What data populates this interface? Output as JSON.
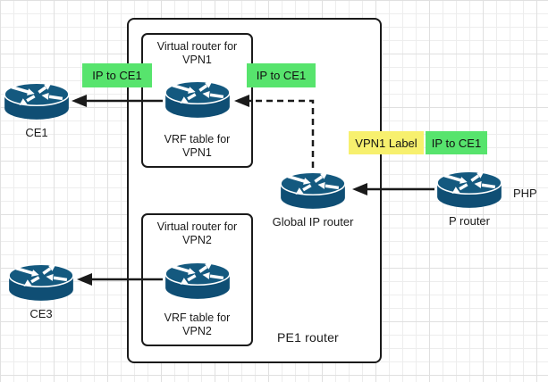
{
  "diagram": {
    "type": "network-topology",
    "pe1_box": {
      "label": "PE1 router"
    },
    "vpn1_box": {
      "title": "Virtual router for",
      "title_sub": "VPN1",
      "vrf": "VRF table for",
      "vrf_sub": "VPN1"
    },
    "vpn2_box": {
      "title": "Virtual router for",
      "title_sub": "VPN2",
      "vrf": "VRF table for",
      "vrf_sub": "VPN2"
    },
    "routers": {
      "ce1": "CE1",
      "ce3": "CE3",
      "global_ip": "Global IP router",
      "p": "P router",
      "php_tag": "PHP"
    },
    "flow_labels": [
      {
        "text": "IP to CE1",
        "type": "green"
      },
      {
        "text": "IP to CE1",
        "type": "green"
      },
      {
        "text": "VPN1 Label",
        "type": "yellow"
      },
      {
        "text": "IP to CE1",
        "type": "green"
      }
    ],
    "edges": [
      {
        "from": "vpn1-router",
        "to": "ce1",
        "style": "solid-arrow"
      },
      {
        "from": "global-ip-router",
        "to": "vpn1-router",
        "style": "dashed-arrow"
      },
      {
        "from": "p-router",
        "to": "global-ip-router",
        "style": "solid-arrow"
      },
      {
        "from": "vpn2-router",
        "to": "ce3",
        "style": "solid-arrow"
      }
    ]
  },
  "colors": {
    "line": "#1a1a1a",
    "text": "#1a1a1a",
    "router_top": "#14597f",
    "router_body": "#0f4e74",
    "label_green": "#57e46d",
    "label_yellow": "#f7f06e",
    "grid_minor": "#ededed",
    "grid_major": "#e0e0e0",
    "canvas_bg": "#ffffff"
  }
}
